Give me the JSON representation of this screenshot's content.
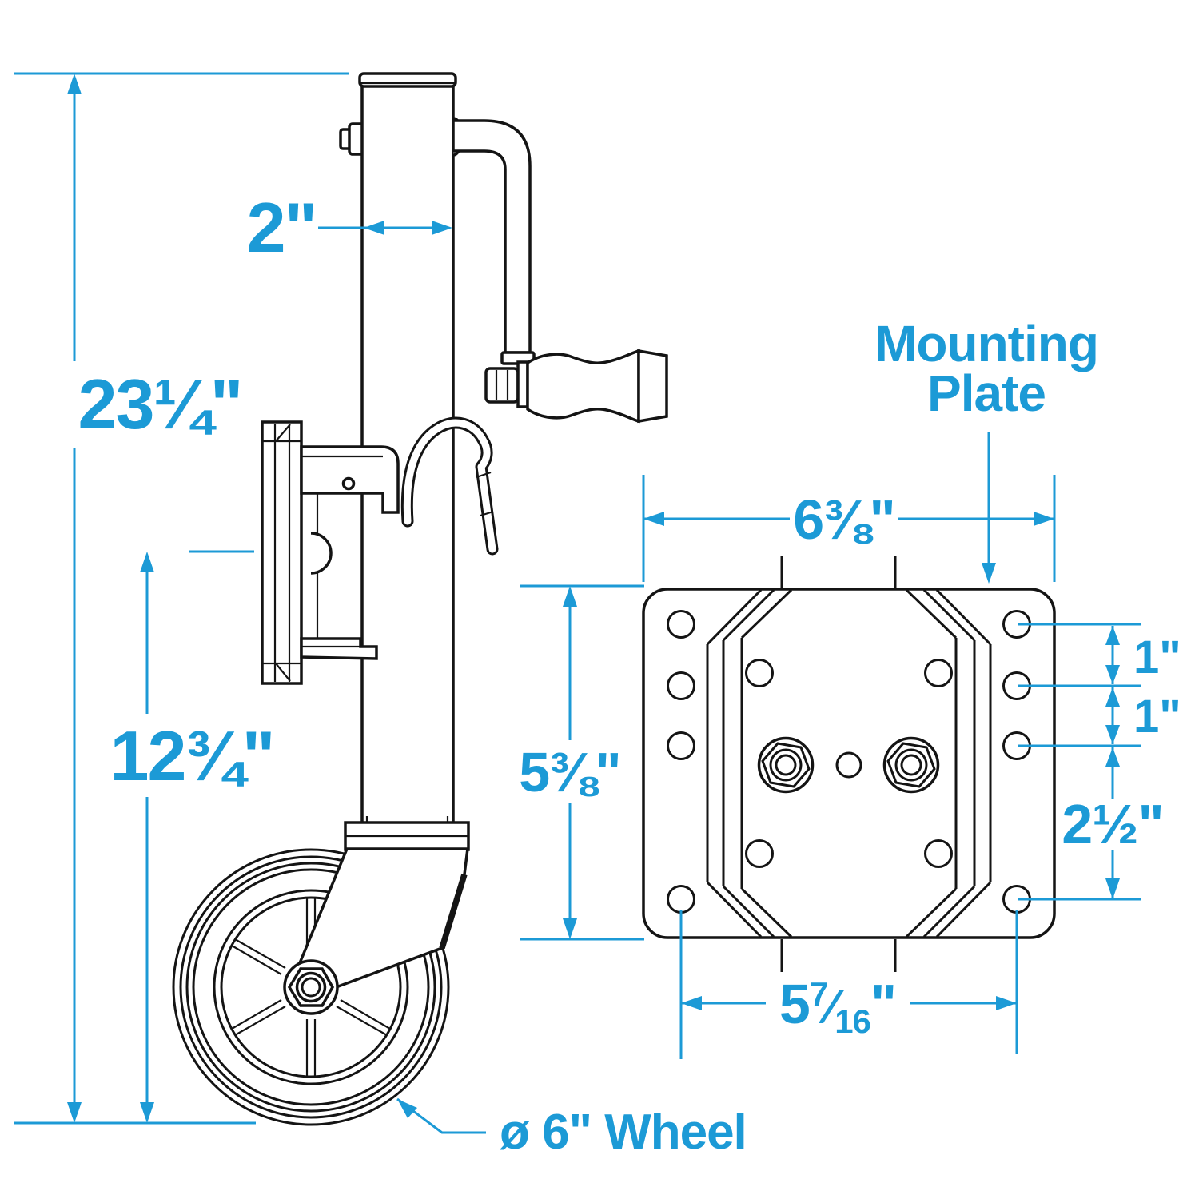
{
  "colors": {
    "accent": "#1c9ad6",
    "ink": "#141414",
    "background": "#ffffff"
  },
  "side_view": {
    "dims": {
      "overall_height": "23¼\"",
      "tube_width": "2\"",
      "retracted_height": "12¾\"",
      "wheel": "ø 6\" Wheel"
    }
  },
  "front_view": {
    "title": {
      "line1": "Mounting",
      "line2": "Plate"
    },
    "dims": {
      "plate_width": "6⅜\"",
      "plate_height": "5⅜\"",
      "hole_pitch_top": "1\"",
      "hole_pitch_mid": "1\"",
      "hole_pitch_bottom": "2½\"",
      "hole_span": {
        "whole": "5",
        "numerator": "7",
        "slash": "⁄",
        "denominator": "16",
        "unit": "\""
      }
    }
  }
}
